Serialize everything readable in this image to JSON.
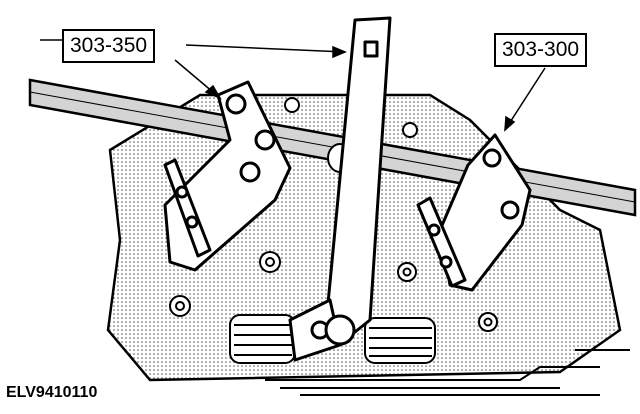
{
  "callouts": {
    "left_tool": "303-350",
    "right_tool": "303-300"
  },
  "figure_id": "ELV9410110",
  "colors": {
    "line": "#000000",
    "shade": "#d4d4d4",
    "background": "#ffffff"
  }
}
